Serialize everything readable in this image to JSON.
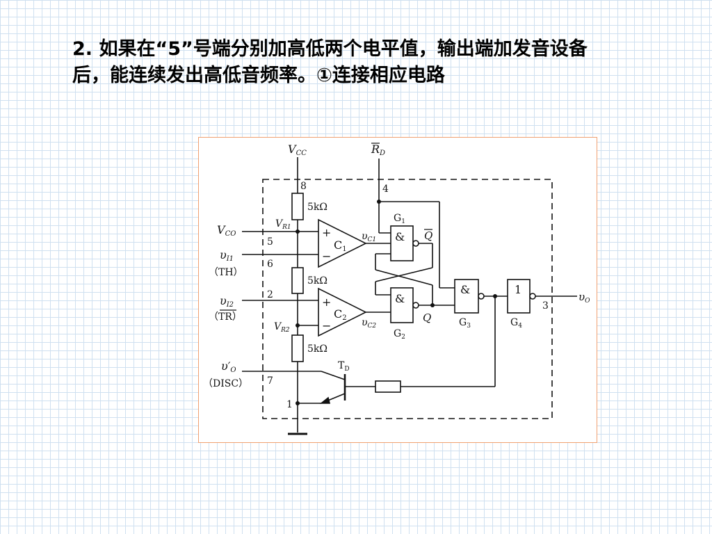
{
  "slide": {
    "title_line1": "2. 如果在“5”号端分别加高低两个电平值，输出端加发音设备",
    "title_line2": "后，能连续发出高低音频率。①连接相应电路"
  },
  "diagram": {
    "vcc": "V",
    "vcc_sub": "CC",
    "rd": "R",
    "rd_sub": "D",
    "pins": {
      "p8": "8",
      "p4": "4",
      "p5": "5",
      "p6": "6",
      "p2": "2",
      "p7": "7",
      "p1": "1",
      "p3": "3"
    },
    "resistors": [
      "5kΩ",
      "5kΩ",
      "5kΩ"
    ],
    "vr1": "V",
    "vr1_sub": "R1",
    "vr2": "V",
    "vr2_sub": "R2",
    "vco": "V",
    "vco_sub": "CO",
    "vi1": "υ",
    "vi1_sub": "I1",
    "th": "（TH）",
    "vi2": "υ",
    "vi2_sub": "I2",
    "tr": "（TR）",
    "vo_prime": "υ′",
    "vo_prime_sub": "O",
    "disc": "（DISC）",
    "comp1": "C",
    "comp1_sub": "1",
    "comp2": "C",
    "comp2_sub": "2",
    "plus": "+",
    "minus": "−",
    "vc1": "υ",
    "vc1_sub": "C1",
    "vc2": "υ",
    "vc2_sub": "C2",
    "g1": "G",
    "g1_sub": "1",
    "g2": "G",
    "g2_sub": "2",
    "g3": "G",
    "g3_sub": "3",
    "g4": "G",
    "g4_sub": "4",
    "and_symbol": "&",
    "not_symbol": "1",
    "q": "Q",
    "q_bar": "Q",
    "td": "T",
    "td_sub": "D",
    "vo": "υ",
    "vo_sub": "O"
  }
}
